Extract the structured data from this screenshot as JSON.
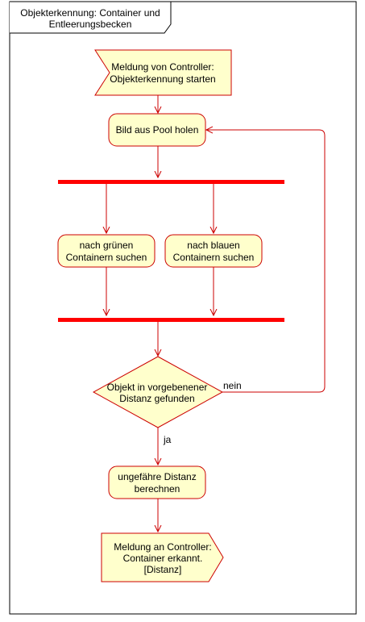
{
  "frame": {
    "title_line1": "Objekterkennung: Container und",
    "title_line2": "Entleerungsbecken"
  },
  "nodes": {
    "receive_signal": {
      "line1": "Meldung von Controller:",
      "line2": "Objekterkennung starten"
    },
    "get_image": {
      "label": "Bild aus Pool holen"
    },
    "search_green": {
      "line1": "nach grünen",
      "line2": "Containern suchen"
    },
    "search_blue": {
      "line1": "nach blauen",
      "line2": "Containern suchen"
    },
    "decision": {
      "line1": "Objekt in vorgebenener",
      "line2": "Distanz gefunden"
    },
    "compute_distance": {
      "line1": "ungefähre Distanz",
      "line2": "berechnen"
    },
    "send_signal": {
      "line1": "Meldung an Controller:",
      "line2": "Container erkannt.",
      "line3": "[Distanz]"
    }
  },
  "edges": {
    "no_label": "nein",
    "yes_label": "ja"
  },
  "colors": {
    "fill": "#ffffcc",
    "stroke": "#cc0000",
    "bar": "#ff0000",
    "frame": "#000000"
  }
}
